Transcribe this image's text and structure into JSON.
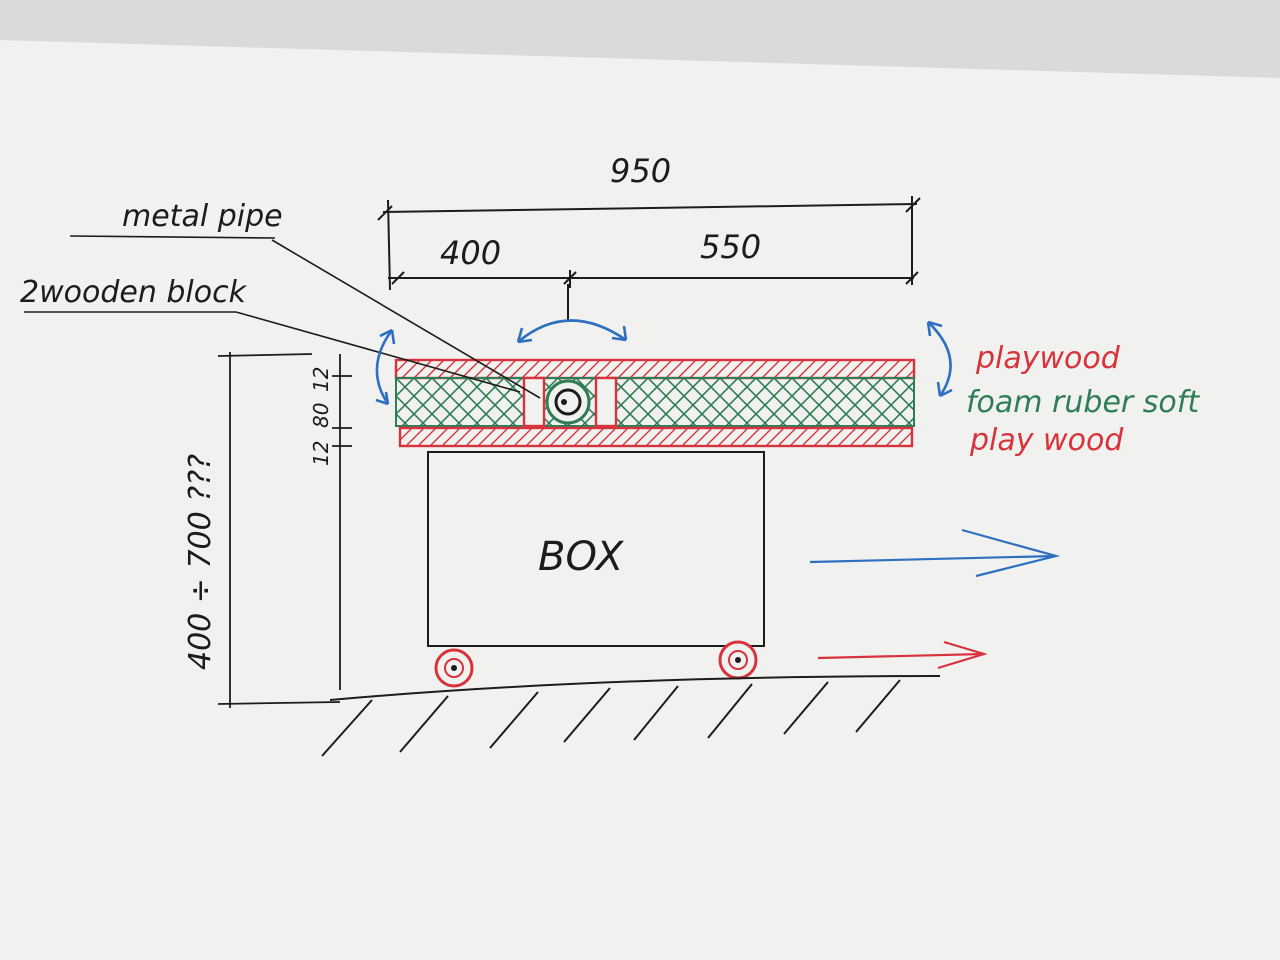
{
  "dimensions": {
    "total_width": "950",
    "left_width": "400",
    "right_width": "550",
    "height_range": "400 ÷ 700 ???",
    "layer_top": "12",
    "layer_middle": "80",
    "layer_bottom": "12"
  },
  "callouts": {
    "metal_pipe": "metal pipe",
    "wooden_block": "2wooden block"
  },
  "legend": {
    "top_layer": "playwood",
    "middle_layer": "foam ruber soft",
    "bottom_layer": "play wood"
  },
  "box_label": "BOX",
  "colors": {
    "paper": "#f1f2f0",
    "ink_black": "#1c1c1c",
    "ink_red": "#d8323c",
    "ink_green": "#2f7d56",
    "ink_blue": "#2f6fc0"
  }
}
